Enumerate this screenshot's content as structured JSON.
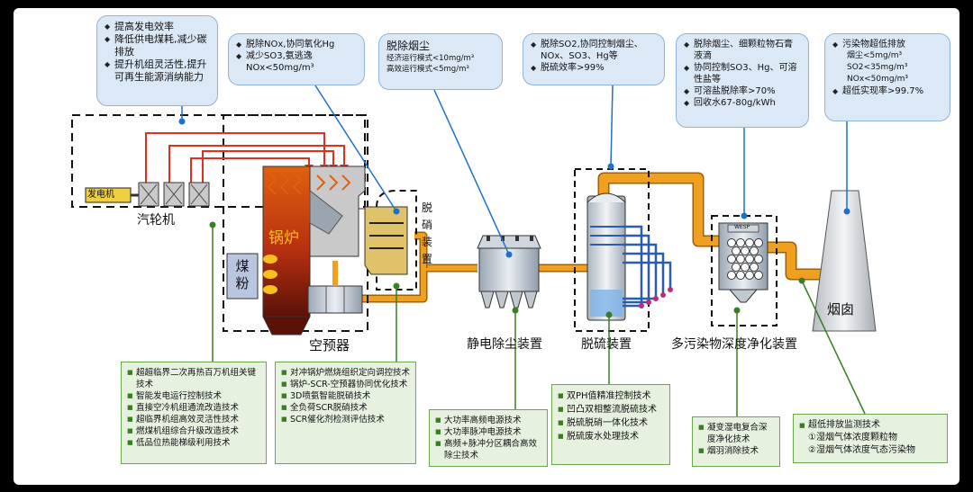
{
  "bubbles": {
    "b1": [
      "提高发电效率",
      "降低供电煤耗,减少碳排放",
      "提升机组灵活性,提升可再生能源消纳能力"
    ],
    "b2": [
      "脱除NOx,协同氧化Hg",
      "减少SO3,氨逃逸NOx<50mg/m³"
    ],
    "b3": {
      "title": "脱除烟尘",
      "lines": [
        "经济运行模式<10mg/m³",
        "高效运行模式<5mg/m³"
      ]
    },
    "b4": [
      "脱除SO2,协同控制烟尘、NOx、SO3、Hg等",
      "脱硫效率>99%"
    ],
    "b5": [
      "脱除烟尘、细颗粒物石膏液滴",
      "协同控制SO3、Hg、可溶性盐等",
      "可溶盐脱除率>70%",
      "回收水67-80g/kWh"
    ],
    "b6": {
      "title": "污染物超低排放",
      "lines": [
        "烟尘<5mg/m³",
        "SO2<35mg/m³",
        "NOx<50mg/m³"
      ],
      "last": "超低实现率>99.7%"
    }
  },
  "labels": {
    "generator": "发电机",
    "turbine": "汽轮机",
    "boiler": "锅炉",
    "coal": "煤粉",
    "air_preheater": "空预器",
    "denox_device": "脱硝装置",
    "esp": "静电除尘装置",
    "fgd": "脱硫装置",
    "wesp_device": "多污染物深度净化装置",
    "wesp_tag": "WESP",
    "chimney": "烟囱"
  },
  "tech": {
    "t1": [
      "超超临界二次再热百万机组关键技术",
      "智能发电运行控制技术",
      "直接空冷机组通流改造技术",
      "超临界机组高效灵活性技术",
      "燃煤机组综合升级改造技术",
      "低品位热能梯级利用技术"
    ],
    "t2": [
      "对冲锅炉燃烧组织定向调控技术",
      "锅炉-SCR-空预器协同优化技术",
      "3D喷氨智能脱硝技术",
      "全负荷SCR脱硝技术",
      "SCR催化剂检测评估技术"
    ],
    "t3": [
      "大功率高频电源技术",
      "大功率脉冲电源技术",
      "高频+脉冲分区耦合高效除尘技术"
    ],
    "t4": [
      "双PH值精准控制技术",
      "凹凸双相整流脱硫技术",
      "脱硫脱硝一体化技术",
      "脱硫废水处理技术"
    ],
    "t5": [
      "凝变湿电复合深度净化技术",
      "烟羽消除技术"
    ],
    "t6": {
      "title": "超低排放监测技术",
      "items": [
        "①湿烟气体浓度颗粒物",
        "②湿烟气体浓度气态污染物"
      ]
    }
  },
  "colors": {
    "flue": "#f0a020",
    "flue_dark": "#a06000",
    "steam": "#e03020",
    "boiler_top": "#e05a10",
    "boiler_bottom": "#6a1a08",
    "leader_bubble": "#1f6fd0",
    "leader_tech": "#3a7d22",
    "bubble_bg": "#dbe9f7",
    "tech_bg": "#e6f1df"
  }
}
